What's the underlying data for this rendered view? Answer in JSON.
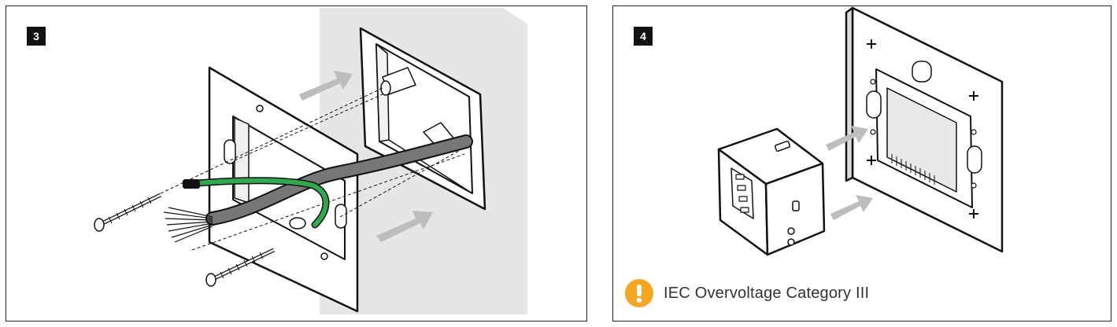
{
  "panels": [
    {
      "step": "3"
    },
    {
      "step": "4",
      "note": "IEC Overvoltage Category III"
    }
  ],
  "colors": {
    "wire_green": "#2fa84f",
    "cable_grey": "#777777",
    "wall_grey": "#e6e6e6",
    "arrow_grey": "#bdbdbd",
    "warning_orange": "#f5a623"
  },
  "icons": [
    "warning-icon",
    "screw-icon",
    "arrow-icon"
  ]
}
